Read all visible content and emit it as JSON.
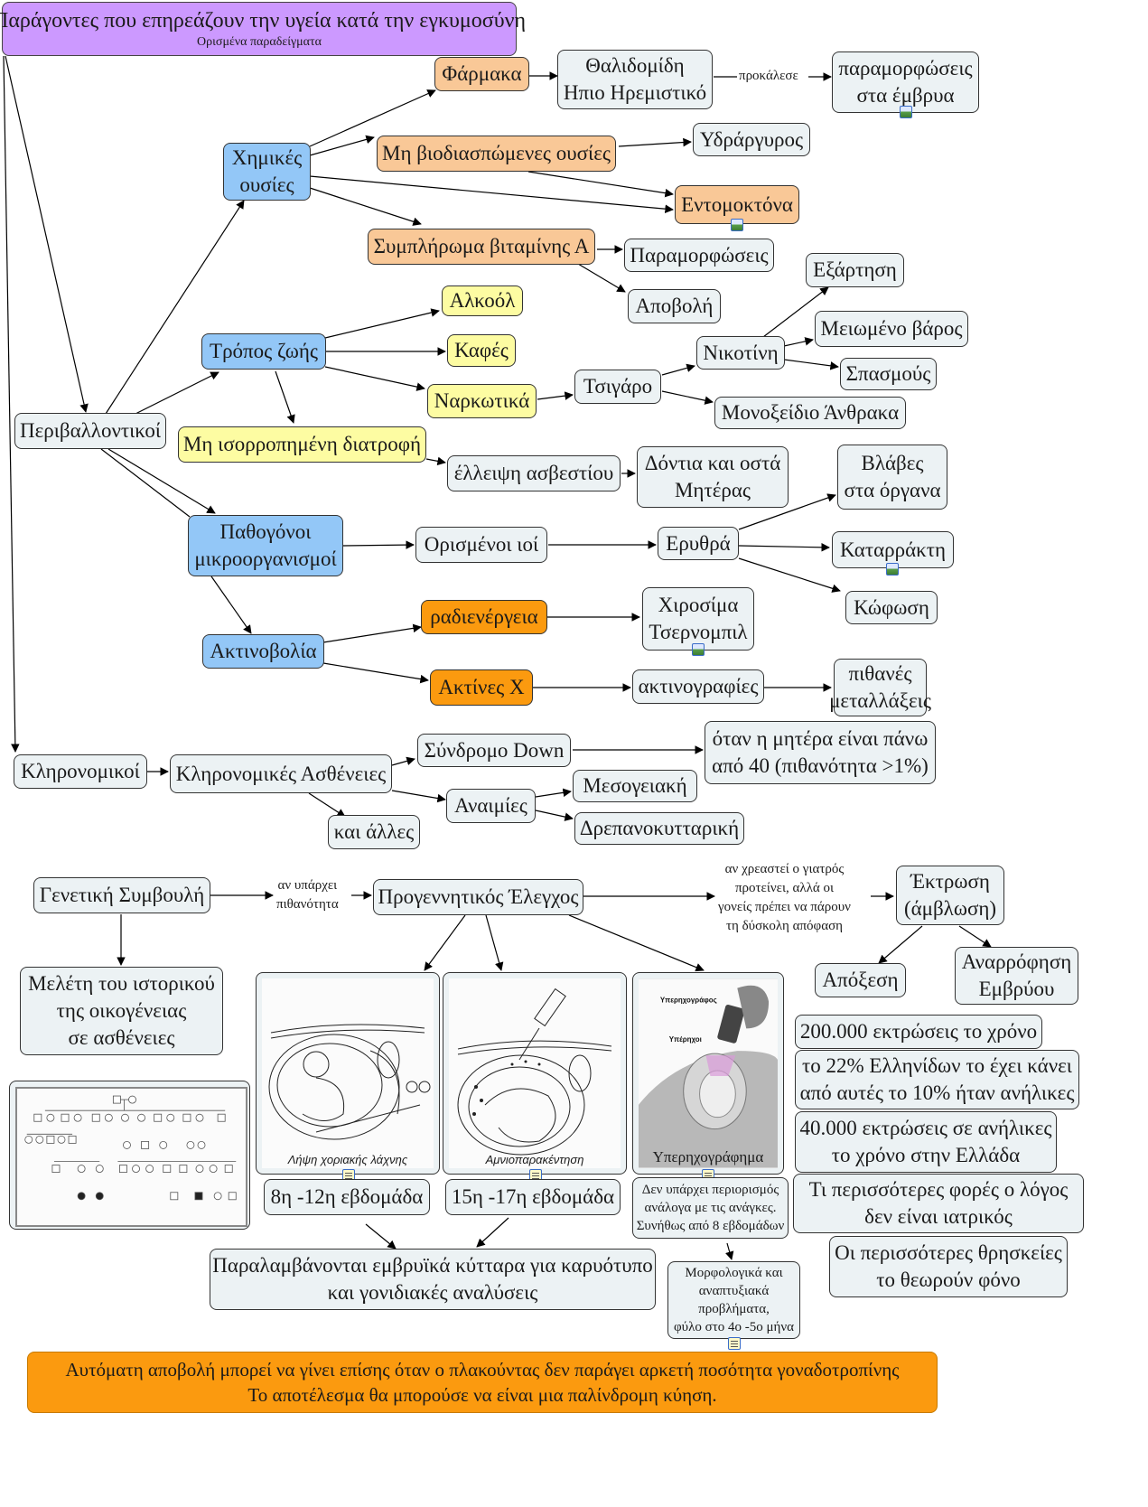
{
  "title": {
    "main": "Παράγοντες που επηρεάζουν την υγεία κατά την εγκυμοσύνη",
    "sub": "Ορισμένα παραδείγματα"
  },
  "nodes": {
    "environmental": "Περιβαλλοντικοί",
    "chemicals": [
      "Χημικές",
      "ουσίες"
    ],
    "drugs": "Φάρμακα",
    "thalidomide": [
      "Θαλιδομίδη",
      "Ηπιο Ηρεμιστικό"
    ],
    "deformities_embryos": [
      "παραμορφώσεις",
      "στα έμβρυα"
    ],
    "non_biodegradable": "Μη βιοδιασπώμενες ουσίες",
    "mercury": "Υδράργυρος",
    "pesticides": "Εντομοκτόνα",
    "vitamin_a": "Συμπλήρωμα βιταμίνης Α",
    "deformities": "Παραμορφώσεις",
    "miscarriage": "Αποβολή",
    "lifestyle": "Τρόπος ζωής",
    "alcohol": "Αλκοόλ",
    "coffee": "Καφές",
    "narcotics": "Ναρκωτικά",
    "cigarette": "Τσιγάρο",
    "nicotine": "Νικοτίνη",
    "addiction": "Εξάρτηση",
    "low_weight": "Μειωμένο βάρος",
    "spasms": "Σπασμούς",
    "carbon_monoxide": "Μονοξείδιο Άνθρακα",
    "unbalanced_diet": "Μη ισορροπημένη διατροφή",
    "calcium_lack": "έλλειψη ασβεστίου",
    "teeth_bones": [
      "Δόντια και οστά",
      "Μητέρας"
    ],
    "pathogens": [
      "Παθογόνοι",
      "μικροοργανισμοί"
    ],
    "some_viruses": "Ορισμένοι ιοί",
    "rubella": "Ερυθρά",
    "organ_damage": [
      "Βλάβες",
      "στα όργανα"
    ],
    "cataract": "Καταρράκτη",
    "deafness": "Κώφωση",
    "radiation": "Ακτινοβολία",
    "radioactivity": "ραδιενέργεια",
    "hiroshima": [
      "Χιροσίμα",
      "Τσερνομπιλ"
    ],
    "xrays": "Ακτίνες Χ",
    "radiographs": "ακτινογραφίες",
    "mutations": [
      "πιθανές",
      "μεταλλάξεις"
    ],
    "hereditary": "Κληρονομικοί",
    "hereditary_diseases": "Κληρονομικές Ασθένειες",
    "down": "Σύνδρομο Down",
    "mother_over_40": [
      "όταν η μητέρα είναι πάνω",
      "από 40 (πιθανότητα >1%)"
    ],
    "anemias": "Αναιμίες",
    "mediterranean": "Μεσογειακή",
    "sickle_cell": "Δρεπανοκυτταρική",
    "and_others": "και άλλες",
    "genetic_counseling": "Γενετική Συμβουλή",
    "family_history": [
      "Μελέτη του ιστορικού",
      "της οικογένειας",
      "σε ασθένειες"
    ],
    "prenatal_test": "Προγεννητικός Έλεγχος",
    "abortion": [
      "Έκτρωση",
      "(άμβλωση)"
    ],
    "curettage": "Απόξεση",
    "aspiration": [
      "Αναρρόφηση",
      "Εμβρύου"
    ],
    "weeks_8_12": "8η -12η εβδομάδα",
    "weeks_15_17": "15η -17η εβδομάδα",
    "ultrasound_note": [
      "Δεν υπάρχει περιορισμός",
      "ανάλογα με τις ανάγκες.",
      "Συνήθως από 8 εβδομάδων"
    ],
    "fetal_cells": [
      "Παραλαμβάνονται εμβρυϊκά κύτταρα για καρυότυπο",
      "και γονιδιακές αναλύσεις"
    ],
    "morphological": [
      "Μορφολογικά και",
      "αναπτυξιακά",
      "προβλήματα,",
      "φύλο στο 4ο -5ο μήνα"
    ],
    "stat_200000": "200.000 εκτρώσεις το χρόνο",
    "stat_22": [
      "το 22% Ελληνίδων το έχει κάνει",
      "από αυτές το 10% ήταν ανήλικες"
    ],
    "stat_40000": [
      "40.000 εκτρώσεις σε ανήλικες",
      "το χρόνο στην Ελλάδα"
    ],
    "not_medical": [
      "Τι περισσότερες φορές ο λόγος",
      "δεν είναι ιατρικός"
    ],
    "religions": [
      "Οι περισσότερες θρησκείες",
      "το θεωρούν φόνο"
    ]
  },
  "link_labels": {
    "caused": "προκάλεσε",
    "if_probability": [
      "αν υπάρχει",
      "πιθανότητα"
    ],
    "if_needed": [
      "αν χρεαστεί ο γιατρός",
      "προτείνει, αλλά οι",
      "γονείς πρέπει να πάρουν",
      "τη δύσκολη απόφαση"
    ]
  },
  "images": {
    "chorionic": "Λήψη χοριακής λάχνης",
    "amniocentesis": "Αμνιοπαρακέντηση",
    "ultrasound": "Υπερηχογράφημα",
    "ultrasound_probe": "Υπερηχογράφος",
    "ultrasound_waves": "Υπέρηχοι"
  },
  "banner": [
    "Αυτόματη αποβολή μπορεί να γίνει επίσης όταν ο πλακούντας δεν παράγει αρκετή ποσότητα γοναδοτροπίνης",
    "Το αποτέλεσμα θα μπορούσε να είναι μια παλίνδρομη κύηση."
  ],
  "colors": {
    "title": "#cc99ff",
    "category": "#93c7f7",
    "chemical": "#f9c897",
    "lifestyle": "#fdfca2",
    "radiation": "#fb9a0f",
    "default": "#ecf2f4"
  }
}
